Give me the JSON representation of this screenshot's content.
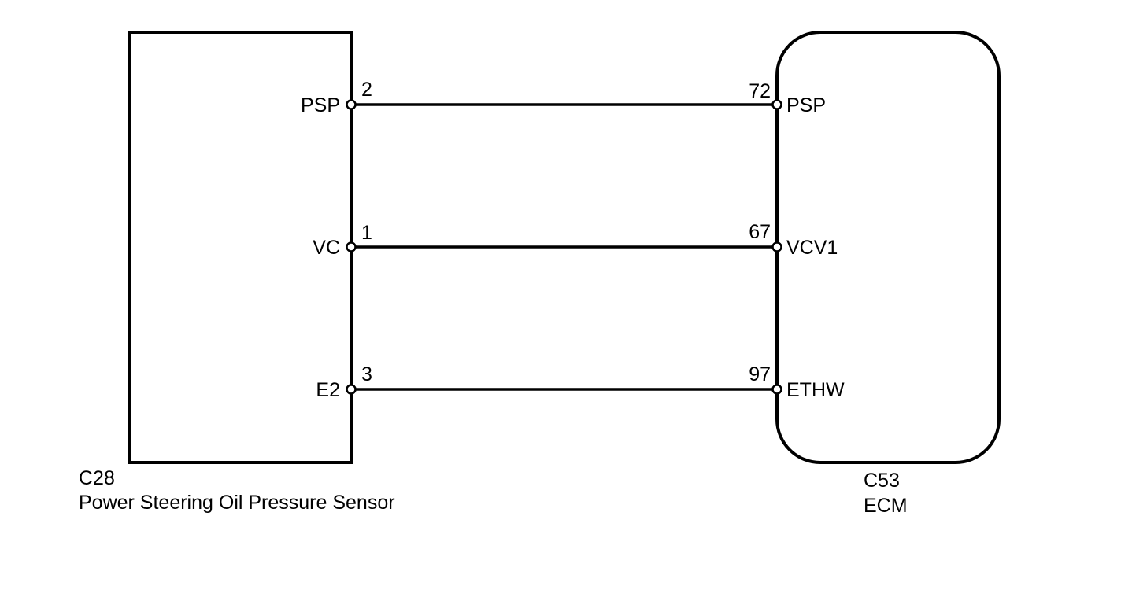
{
  "colors": {
    "background": "#ffffff",
    "line": "#000000"
  },
  "sensor": {
    "connector": "C28",
    "name": "Power Steering Oil Pressure Sensor"
  },
  "ecm": {
    "connector": "C53",
    "name": "ECM"
  },
  "wires": [
    {
      "from_pin": "2",
      "from_label": "PSP",
      "to_pin": "72",
      "to_label": "PSP"
    },
    {
      "from_pin": "1",
      "from_label": "VC",
      "to_pin": "67",
      "to_label": "VCV1"
    },
    {
      "from_pin": "3",
      "from_label": "E2",
      "to_pin": "97",
      "to_label": "ETHW"
    }
  ]
}
